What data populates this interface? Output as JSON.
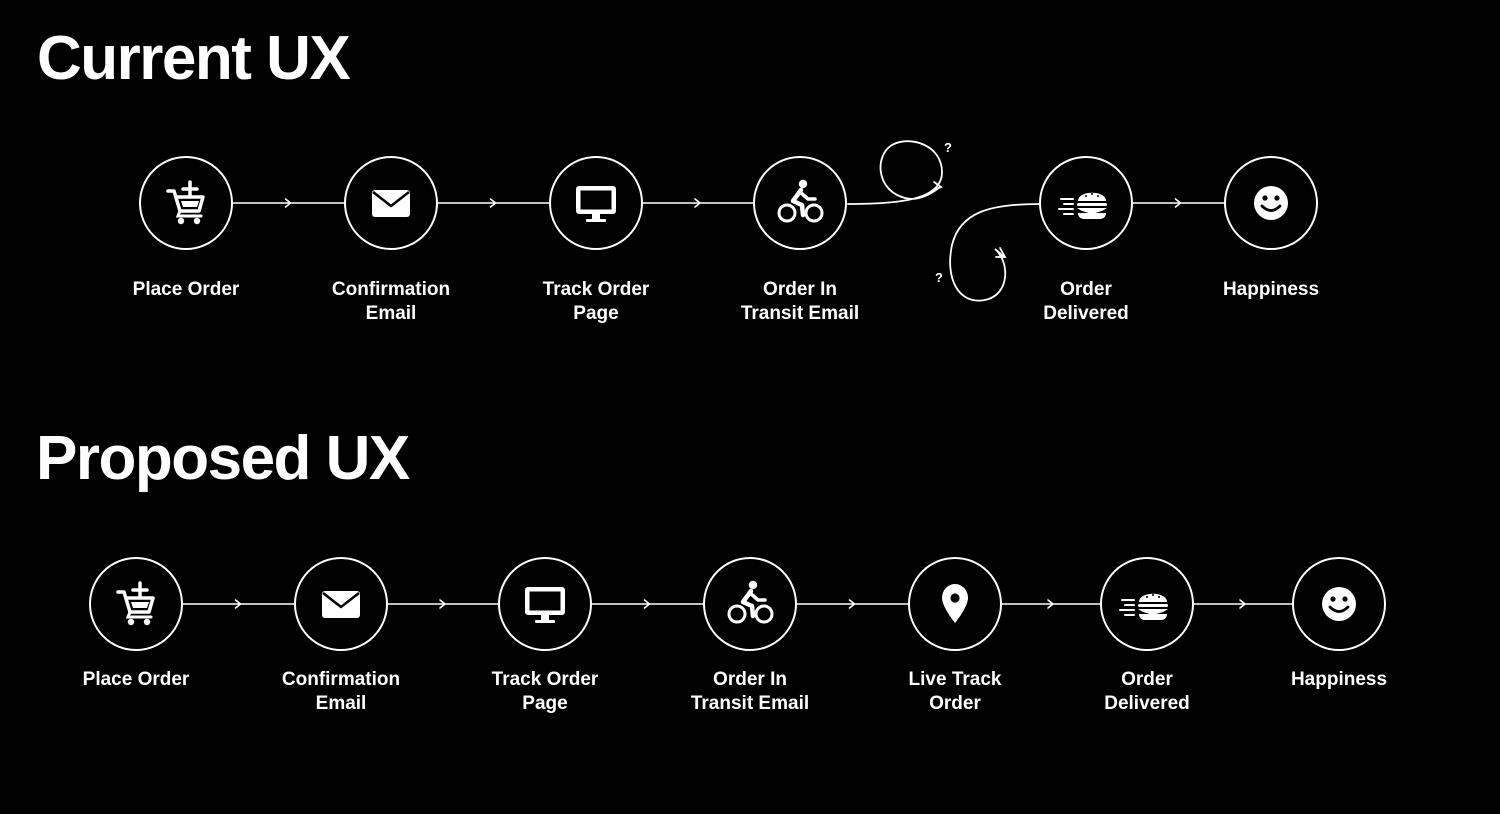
{
  "current": {
    "title": "Current UX",
    "steps": [
      {
        "icon": "cart-plus-icon",
        "label": "Place Order"
      },
      {
        "icon": "envelope-icon",
        "label": "Confirmation\nEmail"
      },
      {
        "icon": "monitor-icon",
        "label": "Track Order\nPage"
      },
      {
        "icon": "cyclist-icon",
        "label": "Order In\nTransit Email"
      },
      {
        "icon": "fast-burger-icon",
        "label": "Order\nDelivered"
      },
      {
        "icon": "smiley-icon",
        "label": "Happiness"
      }
    ],
    "confusion_marks": [
      "?",
      "?"
    ]
  },
  "proposed": {
    "title": "Proposed UX",
    "steps": [
      {
        "icon": "cart-plus-icon",
        "label": "Place Order"
      },
      {
        "icon": "envelope-icon",
        "label": "Confirmation\nEmail"
      },
      {
        "icon": "monitor-icon",
        "label": "Track Order\nPage"
      },
      {
        "icon": "cyclist-icon",
        "label": "Order In\nTransit Email"
      },
      {
        "icon": "map-pin-icon",
        "label": "Live Track\nOrder"
      },
      {
        "icon": "fast-burger-icon",
        "label": "Order\nDelivered"
      },
      {
        "icon": "smiley-icon",
        "label": "Happiness"
      }
    ]
  },
  "colors": {
    "background": "#000000",
    "foreground": "#ffffff"
  }
}
